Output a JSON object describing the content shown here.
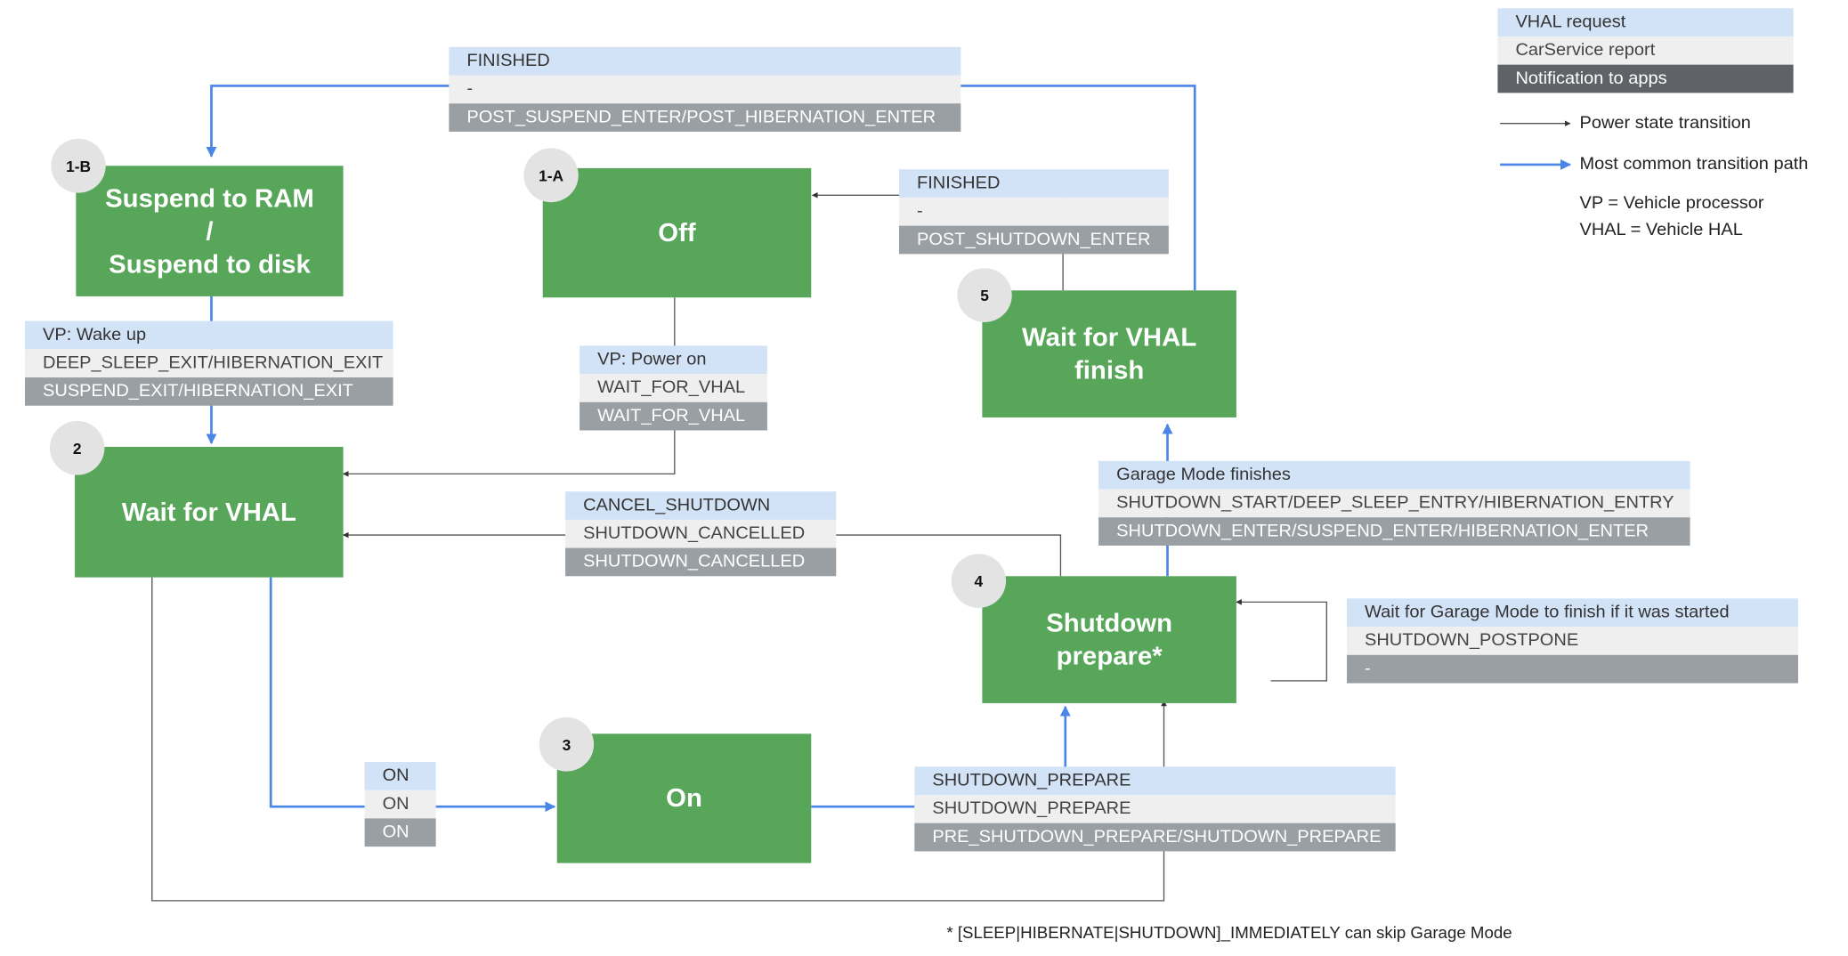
{
  "states": {
    "s1b": {
      "badge": "1-B",
      "label": "Suspend to RAM\n/\nSuspend to disk"
    },
    "s1a": {
      "badge": "1-A",
      "label": "Off"
    },
    "s2": {
      "badge": "2",
      "label": "Wait for VHAL"
    },
    "s3": {
      "badge": "3",
      "label": "On"
    },
    "s4": {
      "badge": "4",
      "label": "Shutdown\nprepare*"
    },
    "s5": {
      "badge": "5",
      "label": "Wait for VHAL\nfinish"
    }
  },
  "events": {
    "finished_top": {
      "request": "FINISHED",
      "report": "-",
      "notification": "POST_SUSPEND_ENTER/POST_HIBERNATION_ENTER"
    },
    "finished_off": {
      "request": "FINISHED",
      "report": "-",
      "notification": "POST_SHUTDOWN_ENTER"
    },
    "wake_up": {
      "request": "VP: Wake up",
      "report": "DEEP_SLEEP_EXIT/HIBERNATION_EXIT",
      "notification": "SUSPEND_EXIT/HIBERNATION_EXIT"
    },
    "power_on": {
      "request": "VP: Power on",
      "report": "WAIT_FOR_VHAL",
      "notification": "WAIT_FOR_VHAL"
    },
    "cancel": {
      "request": "CANCEL_SHUTDOWN",
      "report": "SHUTDOWN_CANCELLED",
      "notification": "SHUTDOWN_CANCELLED"
    },
    "garage_done": {
      "request": "Garage Mode finishes",
      "report": "SHUTDOWN_START/DEEP_SLEEP_ENTRY/HIBERNATION_ENTRY",
      "notification": "SHUTDOWN_ENTER/SUSPEND_ENTER/HIBERNATION_ENTER"
    },
    "postpone": {
      "request": "Wait for Garage Mode to finish if it was started",
      "report": "SHUTDOWN_POSTPONE",
      "notification": "-"
    },
    "on": {
      "request": "ON",
      "report": "ON",
      "notification": "ON"
    },
    "prepare": {
      "request": "SHUTDOWN_PREPARE",
      "report": "SHUTDOWN_PREPARE",
      "notification": "PRE_SHUTDOWN_PREPARE/SHUTDOWN_PREPARE"
    }
  },
  "legend": {
    "vhal_request": "VHAL request",
    "carservice_report": "CarService report",
    "notification": "Notification to apps",
    "power_transition": "Power state transition",
    "common_path": "Most common transition path",
    "vp_def": "VP = Vehicle processor",
    "vhal_def": "VHAL = Vehicle HAL"
  },
  "footnote": "* [SLEEP|HIBERNATE|SHUTDOWN]_IMMEDIATELY can skip Garage Mode",
  "colors": {
    "state_fill": "#57a65a",
    "badge_fill": "#e3e3e3",
    "request_fill": "#d3e3f7",
    "report_fill": "#efefef",
    "notification_fill": "#9a9fa3",
    "legend_notification_fill": "#5f6368",
    "common_path": "#4a86e8",
    "transition_line": "#555555"
  }
}
